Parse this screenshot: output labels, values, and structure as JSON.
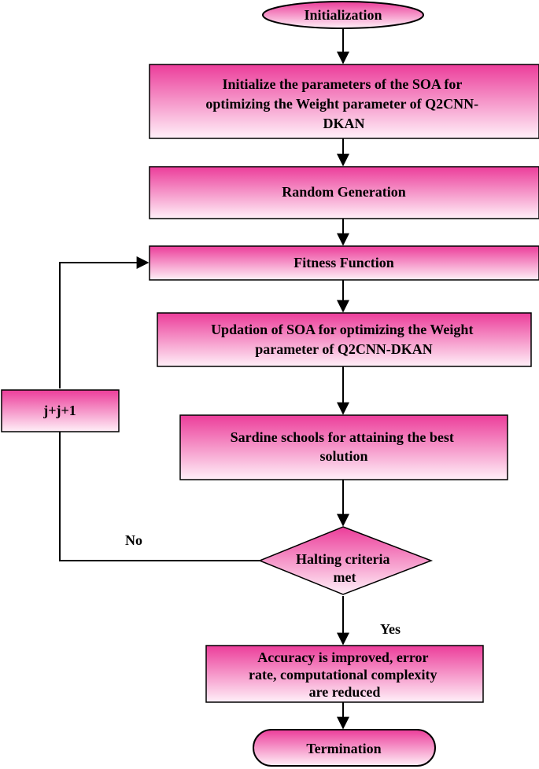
{
  "colors": {
    "gradient_top": "#ec3d9a",
    "gradient_bottom": "#fff0f8",
    "stroke": "#000000"
  },
  "nodes": {
    "initialization": "Initialization",
    "init_params": [
      "Initialize the parameters of the SOA for",
      "optimizing the Weight parameter of Q2CNN-",
      "DKAN"
    ],
    "random_generation": "Random Generation",
    "fitness_function": "Fitness Function",
    "updation": [
      "Updation of  SOA for optimizing the Weight",
      "parameter of Q2CNN-DKAN"
    ],
    "sardine": [
      "Sardine schools for attaining the best",
      "solution"
    ],
    "halting": [
      "Halting criteria",
      "met"
    ],
    "result": [
      "Accuracy is improved, error",
      "rate, computational complexity",
      "are reduced"
    ],
    "termination": "Termination",
    "counter": "j+j+1"
  },
  "edge_labels": {
    "no": "No",
    "yes": "Yes"
  }
}
